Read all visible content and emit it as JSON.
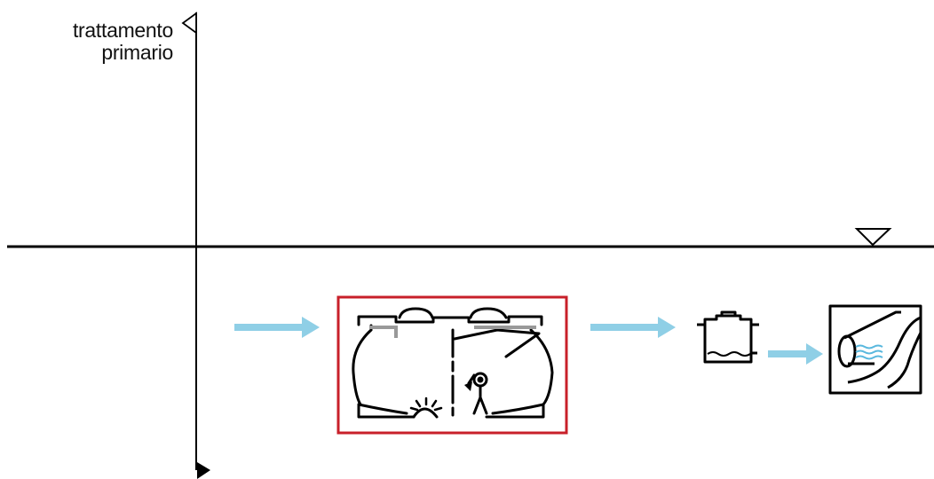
{
  "stage": {
    "label_line1": "trattamento",
    "label_line2": "primario"
  },
  "colors": {
    "line": "#000000",
    "flow_arrow": "#8fcfe6",
    "highlight_frame": "#c8202a",
    "baffle_gray": "#999999",
    "water_lines": "#5ab8de"
  },
  "icons": [
    "flow-arrow",
    "septic-tank-icon",
    "inspection-pit-icon",
    "discharge-pipe-icon",
    "ground-level-marker-icon",
    "stage-marker-icon",
    "axis-end-marker-icon"
  ]
}
